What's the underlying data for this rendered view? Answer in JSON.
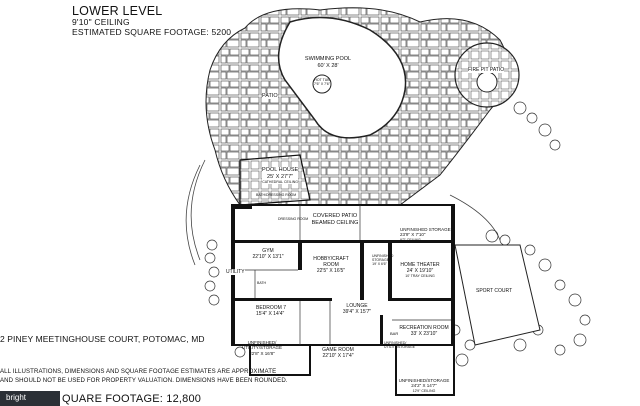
{
  "header": {
    "level": "LOWER LEVEL",
    "ceiling": "9'10\" CEILING",
    "sqft": "ESTIMATED SQUARE FOOTAGE: 5200"
  },
  "address": "2 PINEY MEETINGHOUSE COURT, POTOMAC, MD",
  "disclaimer": [
    "ALL ILLUSTRATIONS, DIMENSIONS AND SQUARE FOOTAGE ESTIMATES ARE APPROXIMATE",
    "AND SHOULD NOT BE USED FOR PROPERTY VALUATION. DIMENSIONS HAVE BEEN ROUNDED."
  ],
  "total_sqft": "QUARE FOOTAGE: 12,800",
  "rooms": {
    "swimming_pool": {
      "name": "SWIMMING POOL",
      "dim": "60' X 28'"
    },
    "hot_tub": {
      "name": "HOT TUB",
      "dim": "7'6\" X 7'6\""
    },
    "fire_pit_patio": "FIRE PIT PATIO",
    "patio": "PATIO",
    "pool_house": {
      "name": "POOL HOUSE",
      "dim": "25' X 27'7\"",
      "note": "CATHEDRAL CEILING"
    },
    "bath_kitchen": "BATH/DRESSING ROOM",
    "dressing_room": "DRESSING ROOM",
    "covered_patio": {
      "name": "COVERED PATIO",
      "note": "BEAMED CEILING"
    },
    "unfinished_storage_top": {
      "name": "UNFINISHED STORAGE",
      "dim": "23'9\" X 7'10\"",
      "note": "9'2\" CEILING"
    },
    "gym": {
      "name": "GYM",
      "dim": "22'10\" X 13'1\""
    },
    "hobby_room": {
      "name": "HOBBY/CRAFT ROOM",
      "dim": "22'5\" X 16'5\""
    },
    "unfinished_storage_mid": {
      "name": "UNFINISHED STORAGE",
      "dim": "19' X 6'6\""
    },
    "home_theater": {
      "name": "HOME THEATER",
      "dim": "24' X 19'10\"",
      "note": "10' TRAY CEILING"
    },
    "sport_court": "SPORT COURT",
    "utility": "UTILITY",
    "bath": "BATH",
    "bedroom7": {
      "name": "BEDROOM 7",
      "dim": "15'4\" X 14'4\""
    },
    "lounge": {
      "name": "LOUNGE",
      "dim": "39'4\" X 15'7\""
    },
    "recreation_room": {
      "name": "RECREATION ROOM",
      "dim": "33' X 23'10\""
    },
    "bar": "BAR",
    "unfinished_utility_storage": {
      "name": "UNFINISHED/ UTILITY/STORAGE",
      "dim": "22'8\" X 16'8\""
    },
    "unfinished_utility_storage2": "UNFINISHED/ UTILITY/STORAGE",
    "game_room": {
      "name": "GAME ROOM",
      "dim": "22'10\" X 17'4\""
    },
    "unfinished_storage_bottom": {
      "name": "UNFINISHED/STORAGE",
      "dim": "24'2\" X 14'7\"",
      "note": "12'9\" CEILING"
    }
  },
  "colors": {
    "line": "#1a1a1a",
    "fill_wall": "#111111",
    "paver": "#555555",
    "ground": "#ffffff"
  },
  "footer": {
    "badge": "bright"
  }
}
